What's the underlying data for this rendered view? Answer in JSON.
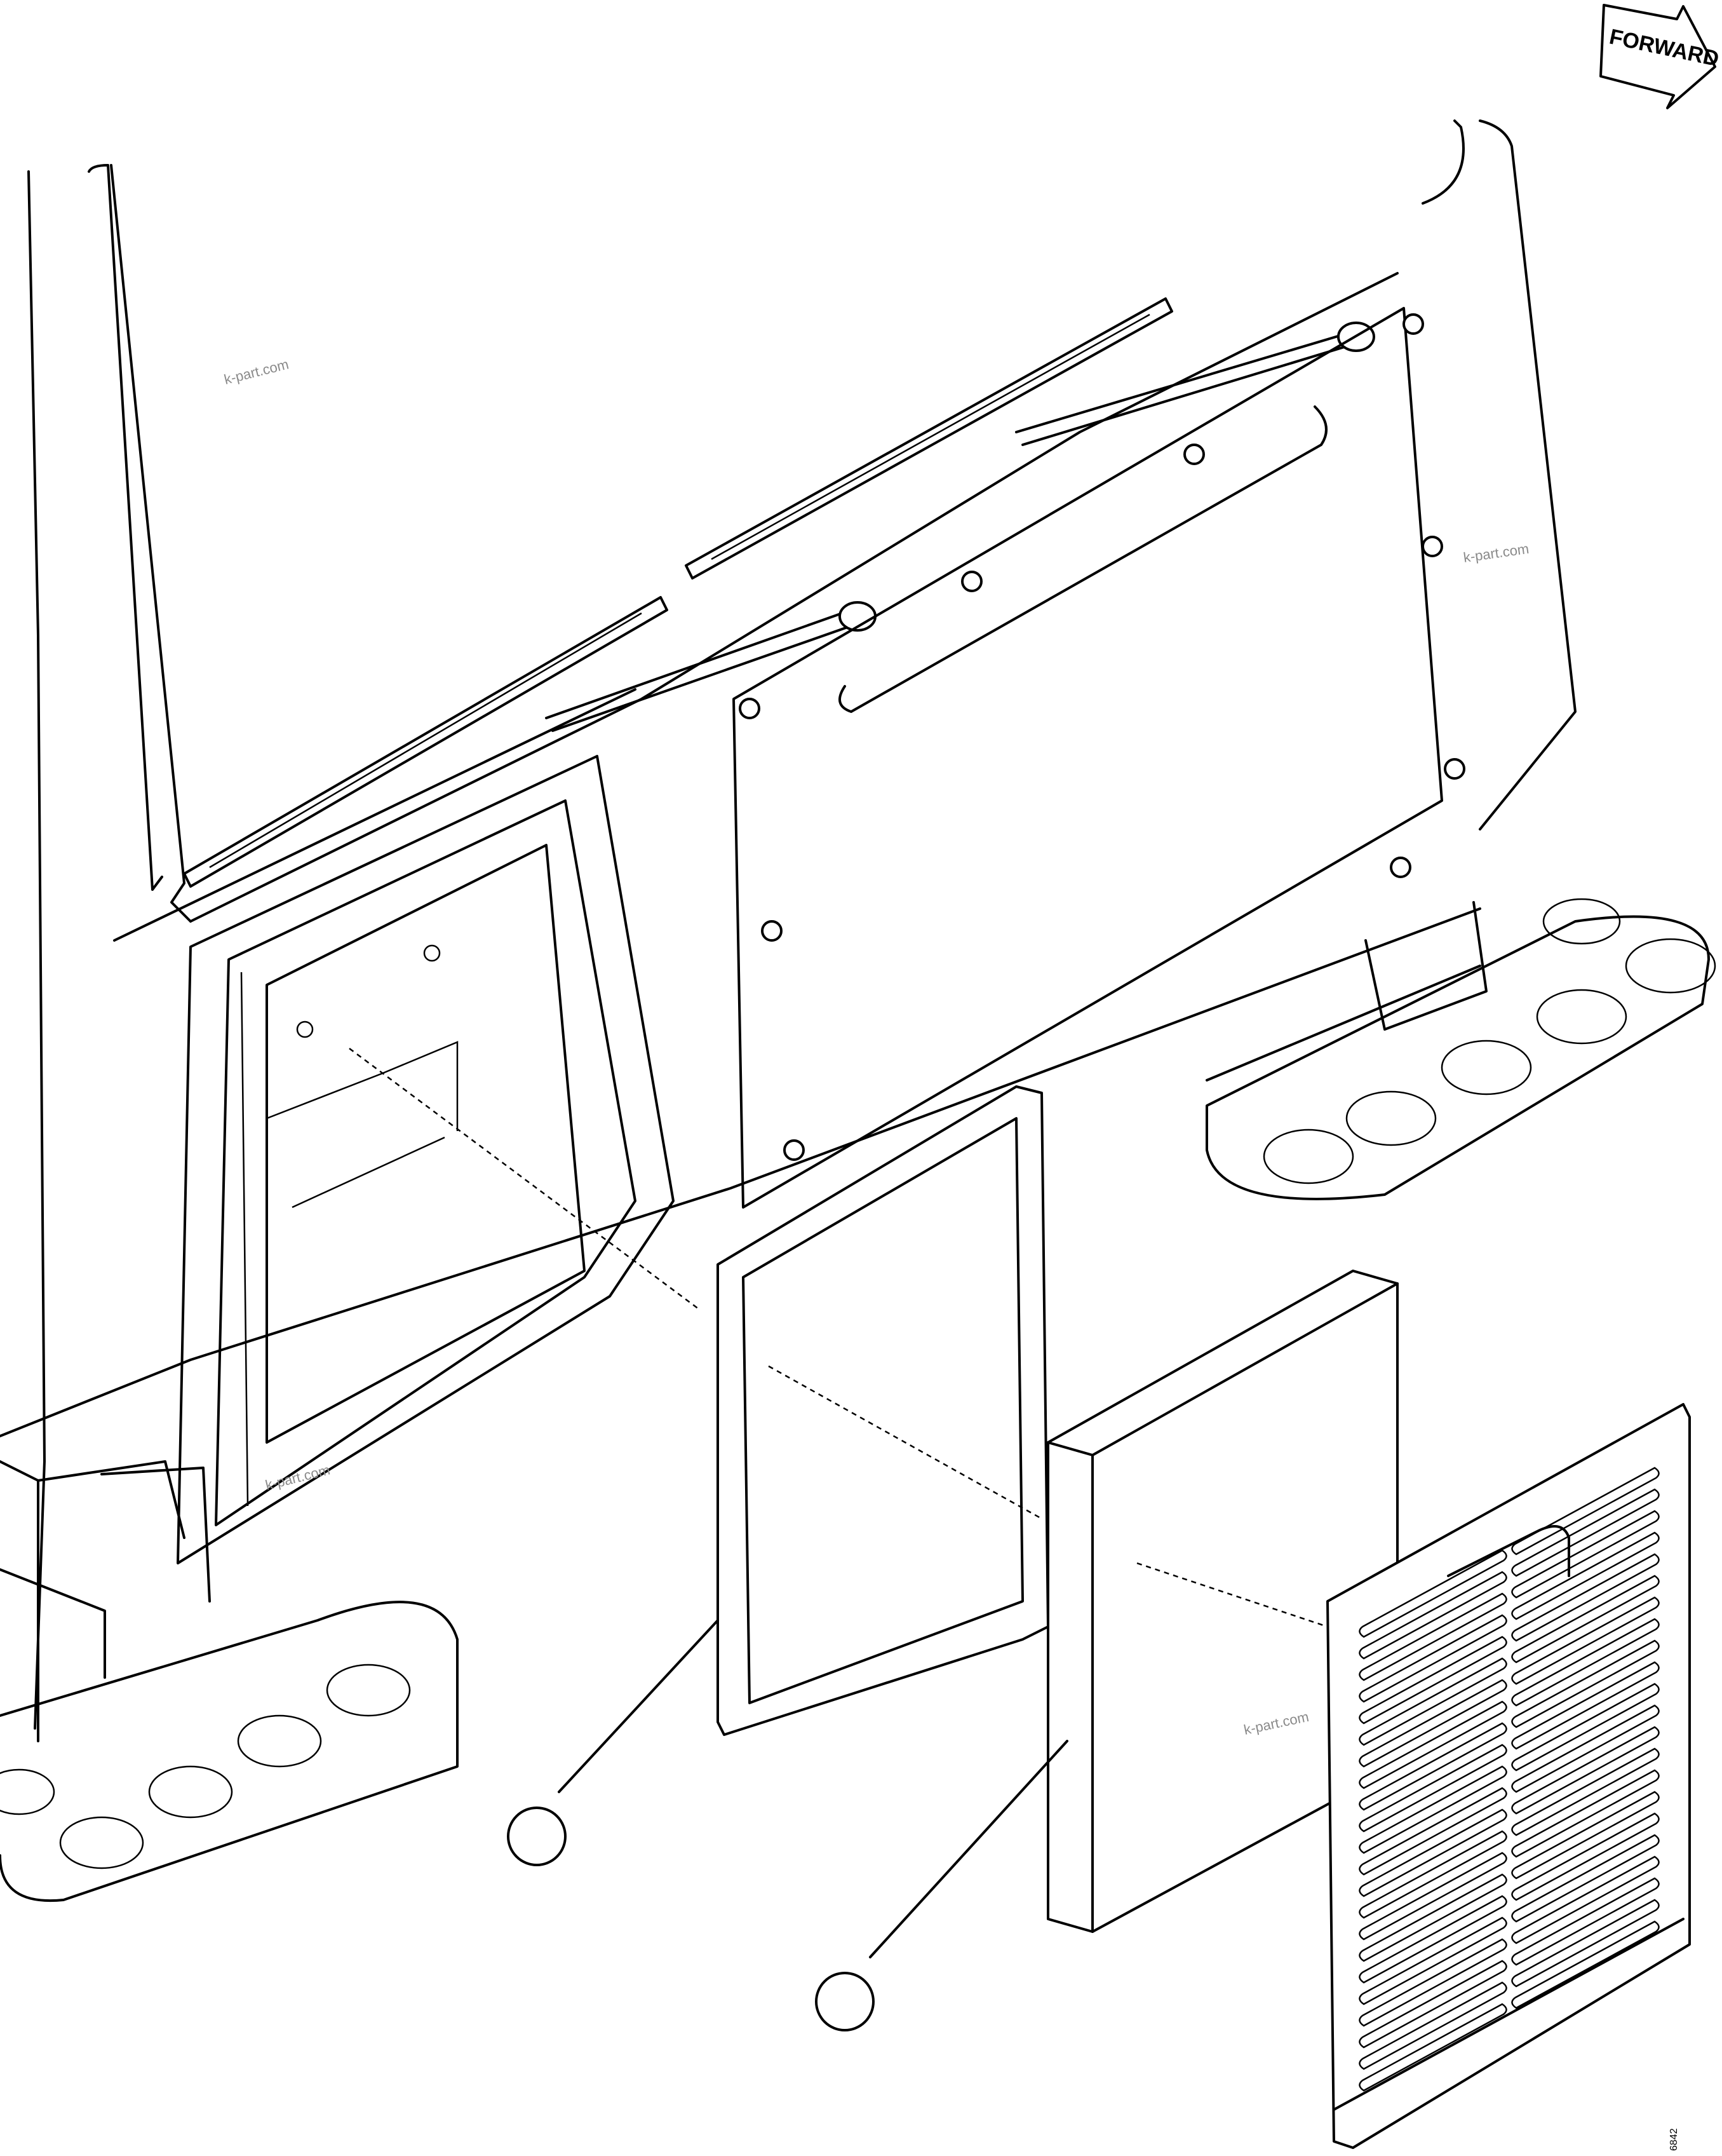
{
  "direction_arrow": {
    "label": "FORWARD"
  },
  "watermarks": [
    "k-part.com",
    "k-part.com",
    "k-part.com",
    "k-part.com"
  ],
  "callouts": [
    {
      "id": "callout-1",
      "text": ""
    },
    {
      "id": "callout-2",
      "text": ""
    }
  ],
  "drawing_code": "6842"
}
